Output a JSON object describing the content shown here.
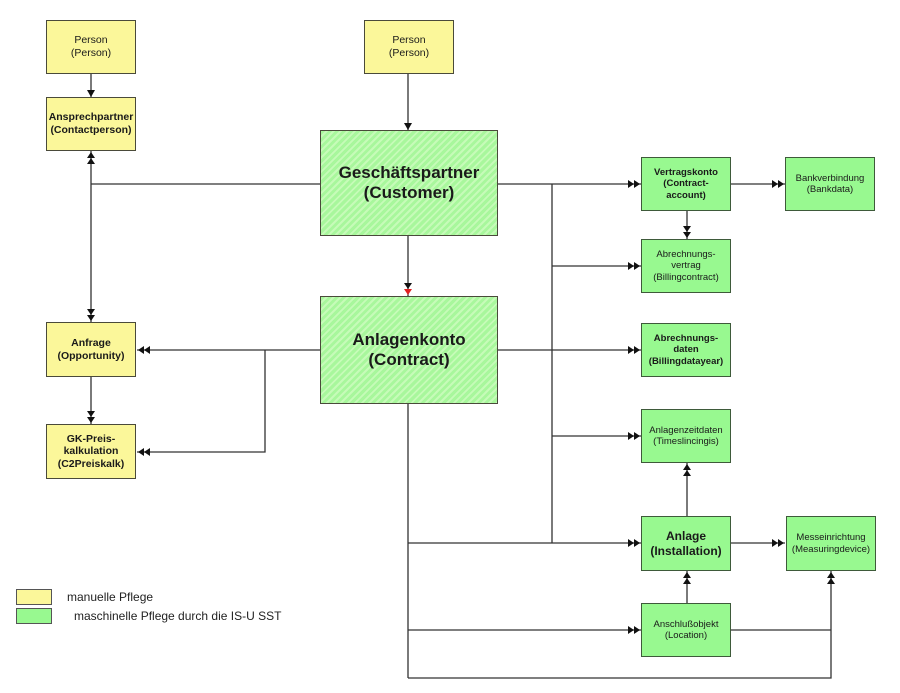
{
  "nodes": {
    "person_left": "Person\n(Person)",
    "person_center": "Person\n(Person)",
    "contactperson": "Ansprechpartner\n(Contactperson)",
    "customer": "Geschäftspartner\n(Customer)",
    "contract": "Anlagenkonto\n(Contract)",
    "opportunity": "Anfrage\n(Opportunity)",
    "preiskalk": "GK-Preis-\nkalkulation\n(C2Preiskalk)",
    "contract_account": "Vertragskonto\n(Contract-\naccount)",
    "bankdata": "Bankverbindung\n(Bankdata)",
    "billingcontract": "Abrechnungs-\nvertrag\n(Billingcontract)",
    "billingdatayear": "Abrechnungs-\ndaten\n(Billingdatayear)",
    "timeslicing": "Anlagenzeitdaten\n(Timeslincingis)",
    "installation": "Anlage\n(Installation)",
    "measuringdevice": "Messeinrichtung\n(Measuringdevice)",
    "location": "Anschlußobjekt\n(Location)"
  },
  "legend": {
    "manual": "manuelle Pflege",
    "machine": "maschinelle Pflege durch die IS-U SST"
  },
  "colors": {
    "manual": "#fbf79a",
    "machine": "#98f990",
    "line": "#333333",
    "highlight_arrow": "#e02020"
  }
}
